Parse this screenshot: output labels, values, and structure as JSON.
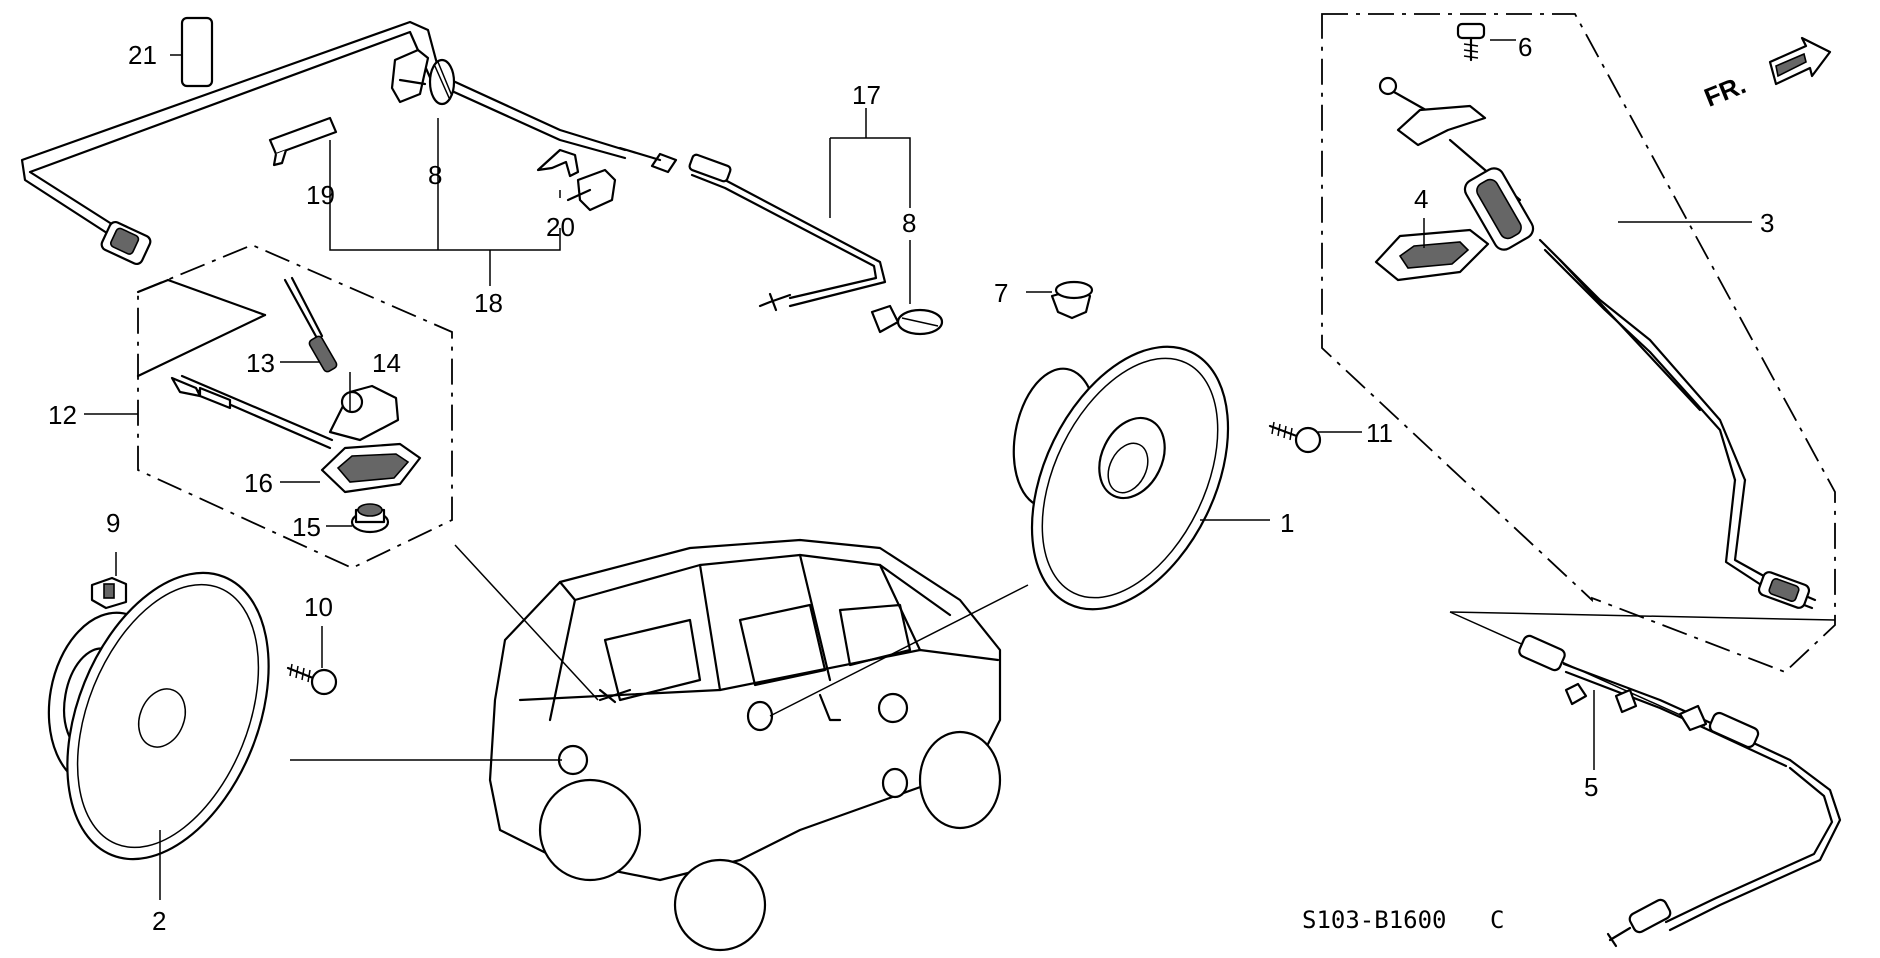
{
  "callouts": {
    "c1": "1",
    "c2": "2",
    "c3": "3",
    "c4": "4",
    "c5": "5",
    "c6": "6",
    "c7": "7",
    "c8a": "8",
    "c8b": "8",
    "c9": "9",
    "c10": "10",
    "c11": "11",
    "c12": "12",
    "c13": "13",
    "c14": "14",
    "c15": "15",
    "c16": "16",
    "c17": "17",
    "c18": "18",
    "c19": "19",
    "c20": "20",
    "c21": "21"
  },
  "front_indicator": "FR.",
  "diagram_code": "S103-B1600",
  "diagram_code_suffix": "C"
}
